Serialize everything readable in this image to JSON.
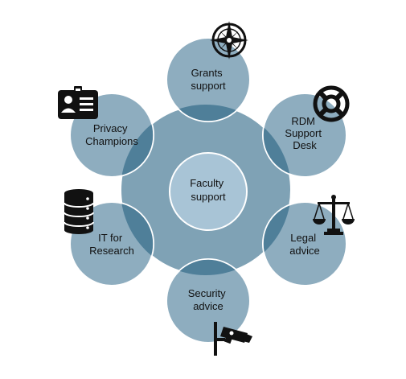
{
  "center": {
    "label_lines": [
      "Faculty",
      "support"
    ]
  },
  "nodes": [
    {
      "id": "grants",
      "label_lines": [
        "Grants",
        "support"
      ],
      "icon": "compass-icon"
    },
    {
      "id": "rdm",
      "label_lines": [
        "RDM",
        "Support",
        "Desk"
      ],
      "icon": "lifebuoy-icon"
    },
    {
      "id": "legal",
      "label_lines": [
        "Legal",
        "advice"
      ],
      "icon": "scales-icon"
    },
    {
      "id": "security",
      "label_lines": [
        "Security",
        "advice"
      ],
      "icon": "security-camera-icon"
    },
    {
      "id": "it",
      "label_lines": [
        "IT for",
        "Research"
      ],
      "icon": "database-icon"
    },
    {
      "id": "privacy",
      "label_lines": [
        "Privacy",
        "Champions"
      ],
      "icon": "id-badge-icon"
    }
  ],
  "colors": {
    "big_circle": "#7fa2b5",
    "satellite": "#8eadbf",
    "overlap": "#4f7f99",
    "center_fill": "#a8c4d6",
    "center_stroke": "#ffffff",
    "circle_stroke": "#ffffff",
    "text": "#111111",
    "icon": "#111111"
  }
}
